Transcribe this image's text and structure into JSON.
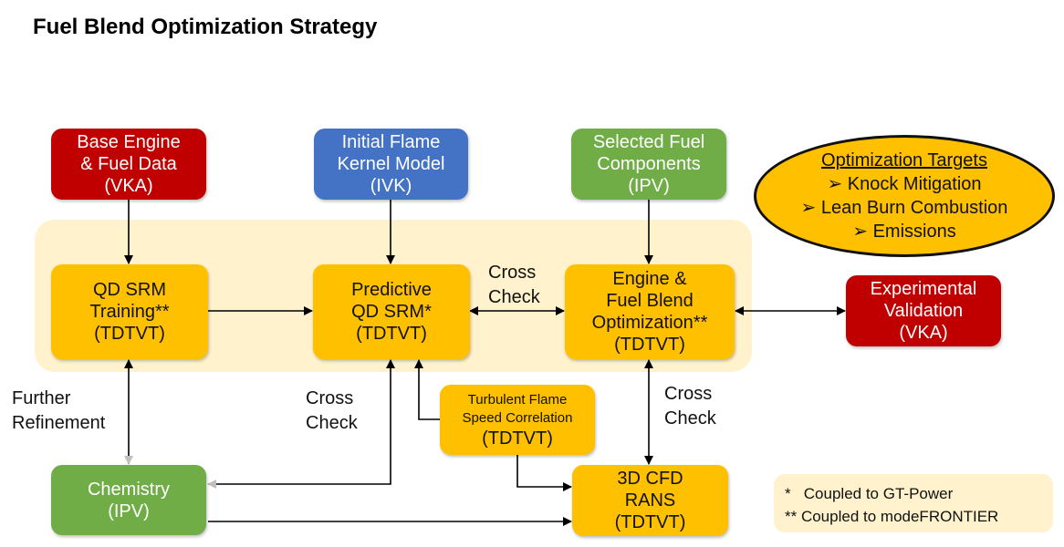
{
  "title": "Fuel Blend Optimization Strategy",
  "colors": {
    "vka_red": "#c00000",
    "ivk_blue": "#4472c4",
    "ipv_green": "#70ad47",
    "tdtvt_amber": "#ffc000",
    "panel_cream": "#fff2cc"
  },
  "nodes": {
    "base_engine": {
      "lines": [
        "Base Engine",
        "& Fuel Data",
        "(VKA)"
      ]
    },
    "initial_flame": {
      "lines": [
        "Initial Flame",
        "Kernel Model",
        "(IVK)"
      ]
    },
    "selected_fuel": {
      "lines": [
        "Selected Fuel",
        "Components",
        "(IPV)"
      ]
    },
    "qd_srm_training": {
      "lines": [
        "QD SRM",
        "Training**",
        "(TDTVT)"
      ]
    },
    "predictive_qd_srm": {
      "lines": [
        "Predictive",
        "QD SRM*",
        "(TDTVT)"
      ]
    },
    "engine_fuel_opt": {
      "lines": [
        "Engine &",
        "Fuel Blend",
        "Optimization**",
        "(TDTVT)"
      ]
    },
    "experimental_validation": {
      "lines": [
        "Experimental",
        "Validation",
        "(VKA)"
      ]
    },
    "turbulent_flame": {
      "lines": [
        "Turbulent Flame",
        "Speed Correlation",
        "(TDTVT)"
      ]
    },
    "chemistry": {
      "lines": [
        "Chemistry",
        "(IPV)"
      ]
    },
    "cfd_rans": {
      "lines": [
        "3D CFD",
        "RANS",
        "(TDTVT)"
      ]
    }
  },
  "edge_labels": {
    "cross_check_top": [
      "Cross",
      "Check"
    ],
    "further_refinement": [
      "Further",
      "Refinement"
    ],
    "cross_check_left": [
      "Cross",
      "Check"
    ],
    "cross_check_right": [
      "Cross",
      "Check"
    ]
  },
  "targets": {
    "heading": "Optimization Targets",
    "items": [
      "➢ Knock Mitigation",
      "➢ Lean Burn Combustion",
      "➢ Emissions"
    ]
  },
  "legend": {
    "items": [
      "*   Coupled to GT-Power",
      "** Coupled to modeFRONTIER"
    ]
  }
}
